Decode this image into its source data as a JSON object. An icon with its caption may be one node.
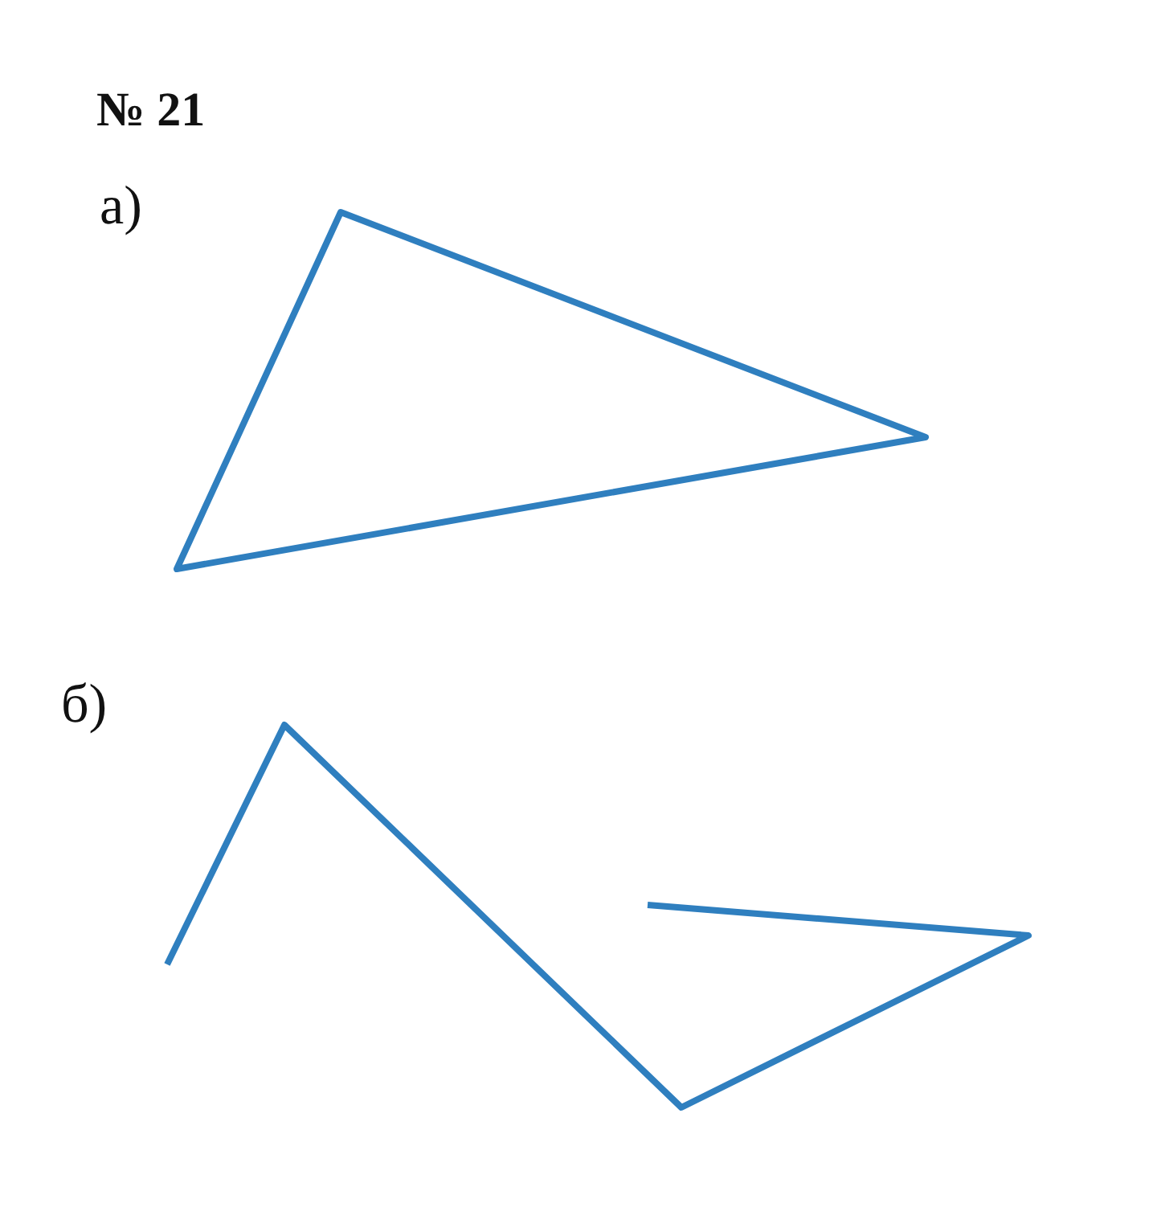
{
  "diagram": {
    "title": "№ 21",
    "labels": [
      "а)",
      "б)"
    ]
  }
}
